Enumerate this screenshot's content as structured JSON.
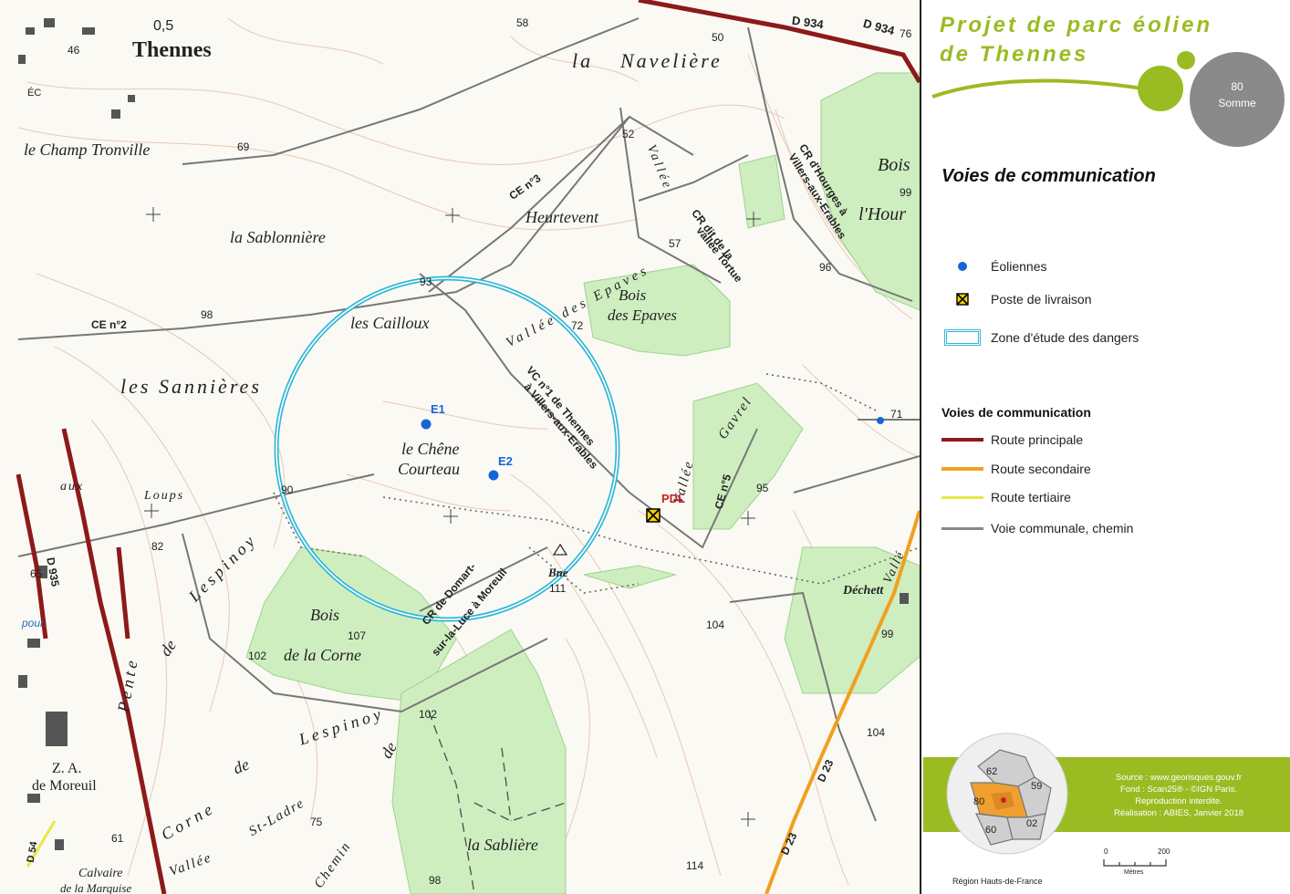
{
  "header": {
    "title_line1": "Projet de parc éolien",
    "title_line2": "de Thennes",
    "badge_num": "80",
    "badge_dept": "Somme"
  },
  "legend": {
    "section_title": "Voies de communication",
    "items": [
      {
        "label": "Éoliennes"
      },
      {
        "label": "Poste de livraison"
      },
      {
        "label": "Zone d'étude des dangers"
      }
    ],
    "roads_title": "Voies de communication",
    "roads": [
      {
        "label": "Route principale",
        "color": "#8b1a1a"
      },
      {
        "label": "Route secondaire",
        "color": "#f0a020"
      },
      {
        "label": "Route tertiaire",
        "color": "#e8e840"
      },
      {
        "label": "Voie communale, chemin",
        "color": "#888888"
      }
    ]
  },
  "footer": {
    "source_lines": [
      "Source : www.georisques.gouv.fr",
      "Fond : Scan25® - ©IGN Paris.",
      "Reproduction interdite.",
      "Réalisation : ABIES, Janvier 2018"
    ],
    "region_caption": "Région Hauts-de-France",
    "dept_codes": [
      "62",
      "59",
      "80",
      "60",
      "02"
    ],
    "scale_0": "0",
    "scale_200": "200",
    "scale_unit": "Mètres"
  },
  "map": {
    "turbines": [
      {
        "id": "E1"
      },
      {
        "id": "E2"
      }
    ],
    "pdl": "PDL",
    "place_labels": {
      "thennes": "Thennes",
      "navelere_la": "la",
      "navelere": "Navelière",
      "champ_tronville": "le Champ Tronville",
      "sablonniere": "la Sablonnière",
      "heurtevent": "Heurtevent",
      "cailloux": "les Cailloux",
      "sannieres": "les Sannières",
      "chene1": "le Chêne",
      "chene2": "Courteau",
      "bois_epaves1": "Bois",
      "bois_epaves2": "des Epaves",
      "bois_corne1": "Bois",
      "bois_corne2": "de la Corne",
      "aux": "aux",
      "loups": "Loups",
      "za": "Z. A.",
      "za2": "de Moreuil",
      "calvaire": "Calvaire",
      "marquise": "de la Marquise",
      "sabliere": "la Sablière",
      "bne": "Bne",
      "dechett": "Déchett",
      "bois_hour": "Bois",
      "hour": "l'Hour",
      "vallee": "Vallée",
      "chemin": "Chemin",
      "gavrel": "Gavrel",
      "st_ladre": "St-Ladre",
      "lespinoy": "Lespinoy",
      "pente": "Pente",
      "de_a": "de",
      "corne": "Corne",
      "de_b": "de",
      "de_c": "de",
      "vallee_des_epaves": "Vallée des Epaves",
      "vallee_tortue": "Vallée",
      "val_right": "Vallé"
    },
    "road_labels": {
      "ce2": "CE n°2",
      "ce3": "CE n°3",
      "ce5": "CE n°5",
      "vc1a": "VC n°1 de Thennes",
      "vc1b": "à Villers-aux-Erables",
      "cr_tortue_a": "CR dit de la",
      "cr_tortue_b": "vallée Tortue",
      "cr_hourges_a": "CR d'Hourges à",
      "cr_hourges_b": "Villers-aux-Erables",
      "cr_domart_a": "CR de Domart-",
      "cr_domart_b": "sur-la-Luce à Moreuil",
      "d934a": "D 934",
      "d934b": "D 934",
      "d935": "D 935",
      "d23a": "D 23",
      "d23b": "D 23",
      "d54": "D 54"
    },
    "elevations": [
      "58",
      "50",
      "76",
      "46",
      "69",
      "52",
      "57",
      "96",
      "99",
      "93",
      "98",
      "72",
      "71",
      "95",
      "90",
      "82",
      "65",
      "107",
      "102",
      "104",
      "99",
      "102",
      "104",
      "61",
      "75",
      "114",
      "98",
      "111"
    ],
    "misc": {
      "zero5": "0,5",
      "ec": "ÉC",
      "pour": "pour."
    }
  }
}
